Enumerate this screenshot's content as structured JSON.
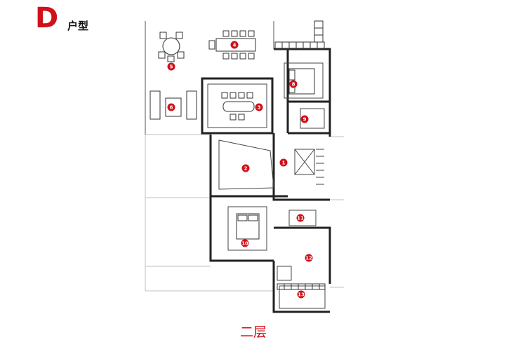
{
  "header": {
    "letter": "D",
    "label": "户型"
  },
  "floor_label": "二层",
  "accent_color": "#d0101a",
  "rooms": [
    {
      "id": "1"
    },
    {
      "id": "2"
    },
    {
      "id": "3"
    },
    {
      "id": "4"
    },
    {
      "id": "5"
    },
    {
      "id": "6"
    },
    {
      "id": "8"
    },
    {
      "id": "9"
    },
    {
      "id": "10"
    },
    {
      "id": "11"
    },
    {
      "id": "12"
    },
    {
      "id": "13"
    }
  ]
}
